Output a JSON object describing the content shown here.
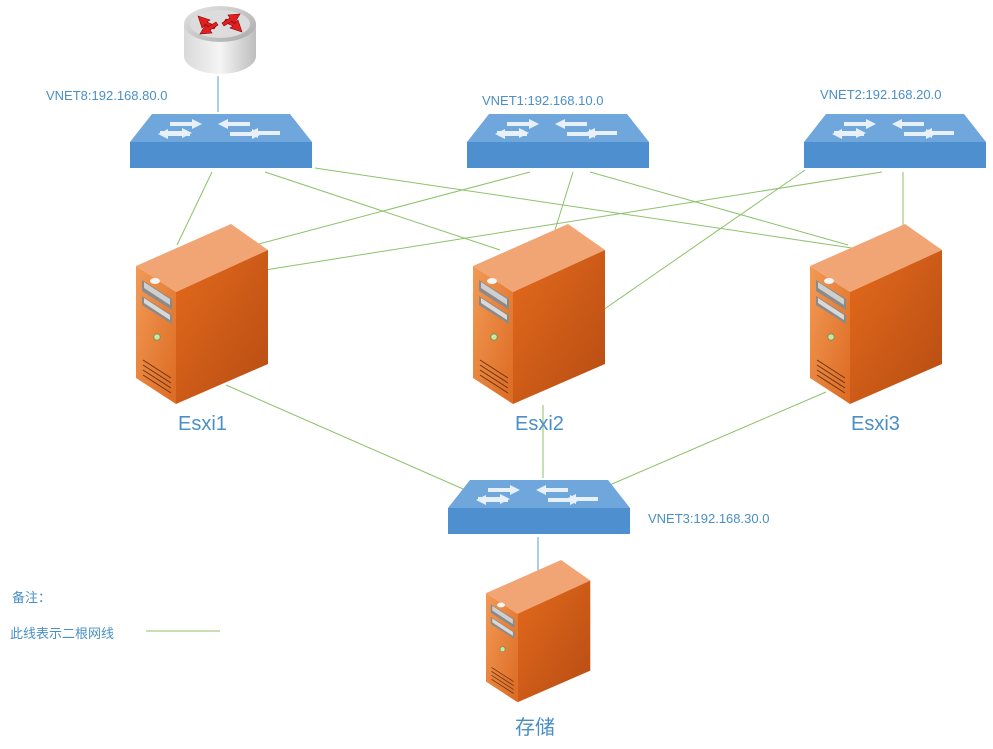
{
  "colors": {
    "link": "#8cc26a",
    "router_link": "#5b9bd5",
    "switch_top": "#6fa6dc",
    "switch_front": "#4d8fcf",
    "server_front": "#e8732a",
    "server_side": "#c5561b",
    "server_top": "#f2a574",
    "label": "#4a8fc6"
  },
  "networks": {
    "vnet8": "VNET8:192.168.80.0",
    "vnet1": "VNET1:192.168.10.0",
    "vnet2": "VNET2:192.168.20.0",
    "vnet3": "VNET3:192.168.30.0"
  },
  "servers": {
    "esxi1": "Esxi1",
    "esxi2": "Esxi2",
    "esxi3": "Esxi3",
    "storage": "存储"
  },
  "legend": {
    "title": "备注：",
    "description": "此线表示二根网线"
  },
  "icons": {
    "router": "router-icon",
    "switch": "switch-icon",
    "server": "server-icon"
  }
}
